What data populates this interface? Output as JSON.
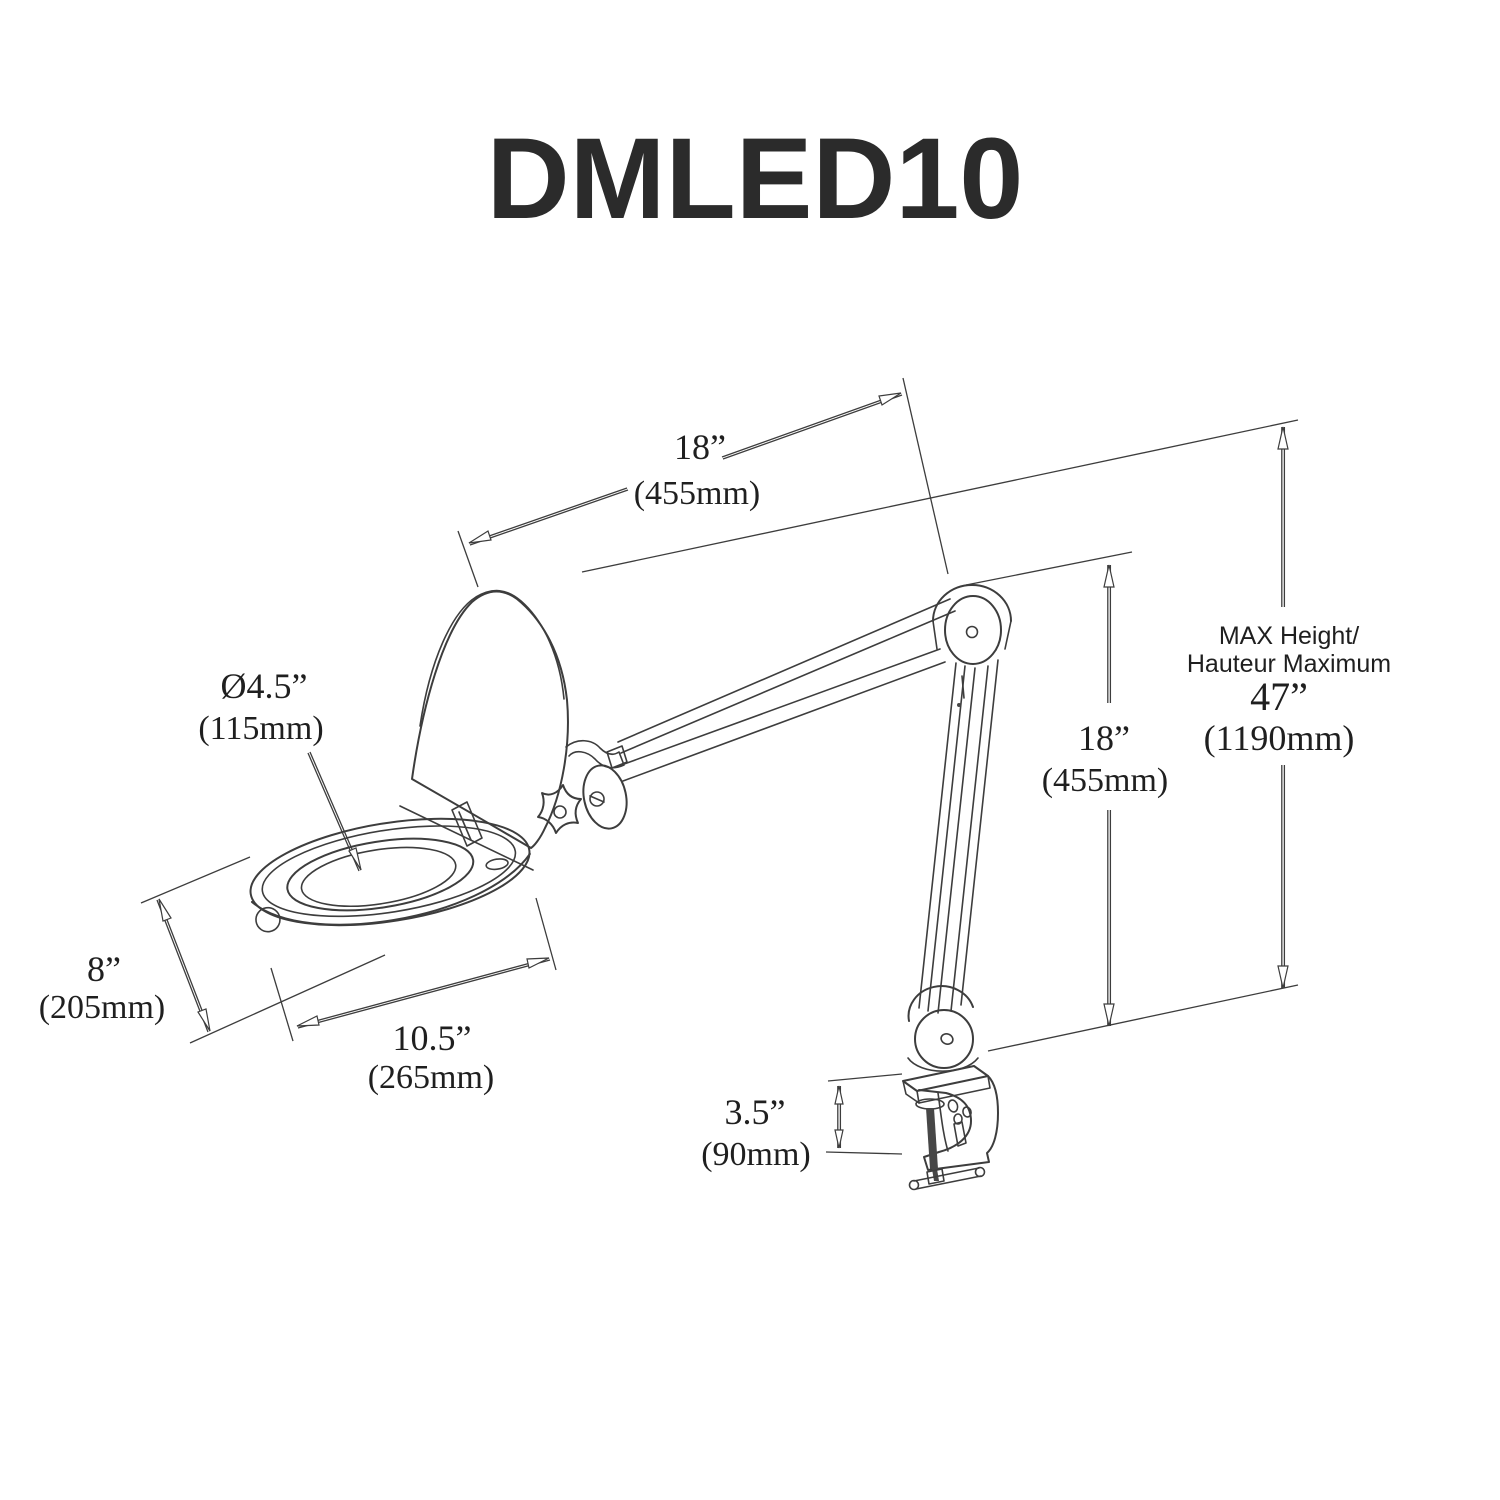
{
  "title": "DMLED10",
  "colors": {
    "background": "#ffffff",
    "line": "#3d3d3d",
    "text": "#1f1f1f"
  },
  "dimensions": {
    "upper_arm": {
      "inches": "18”",
      "mm": "(455mm)"
    },
    "vertical_arm": {
      "inches": "18”",
      "mm": "(455mm)"
    },
    "lens_diameter": {
      "inches": "Ø4.5”",
      "mm": "(115mm)"
    },
    "head_depth": {
      "inches": "8”",
      "mm": "(205mm)"
    },
    "head_width": {
      "inches": "10.5”",
      "mm": "(265mm)"
    },
    "max_height": {
      "label_line1": "MAX Height/",
      "label_line2": "Hauteur Maximum",
      "inches": "47”",
      "mm": "(1190mm)"
    },
    "clamp_opening": {
      "inches": "3.5”",
      "mm": "(90mm)"
    }
  }
}
